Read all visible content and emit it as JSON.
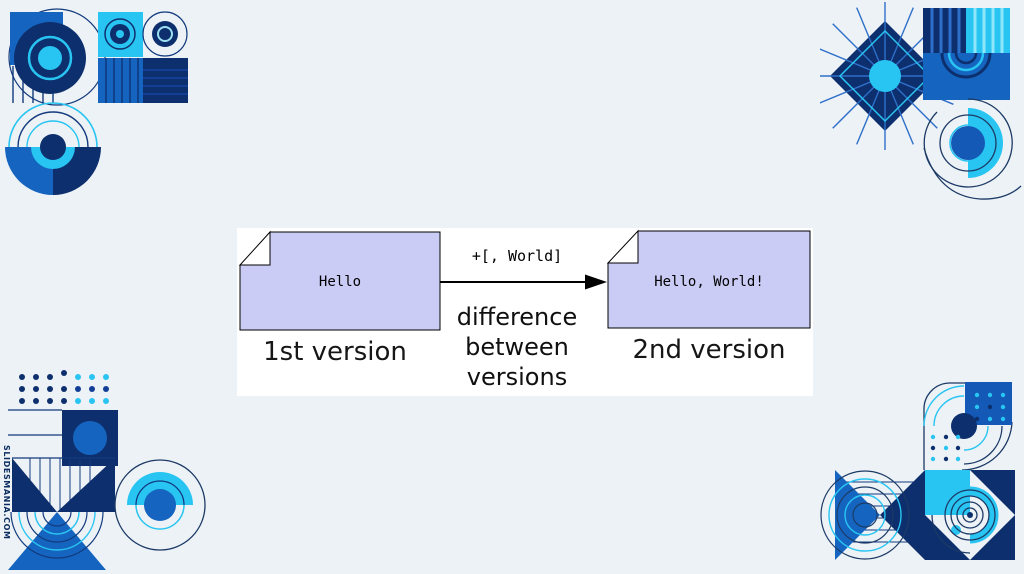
{
  "slide": {
    "watermark": "SLIDESMANIA.COM",
    "palette": {
      "background": "#edf2f6",
      "panel": "#ffffff",
      "navy": "#123a7d",
      "dark_navy": "#0b2d60",
      "blue": "#1565c0",
      "cyan": "#29c5f2",
      "note_fill": "#cbccf5",
      "diagram_text": "#000000"
    }
  },
  "diagram": {
    "first_note": {
      "content": "Hello",
      "caption": "1st version"
    },
    "second_note": {
      "content": "Hello, World!",
      "caption": "2nd version"
    },
    "arrow_label": "+[, World]",
    "arrow_caption": "difference between versions"
  }
}
